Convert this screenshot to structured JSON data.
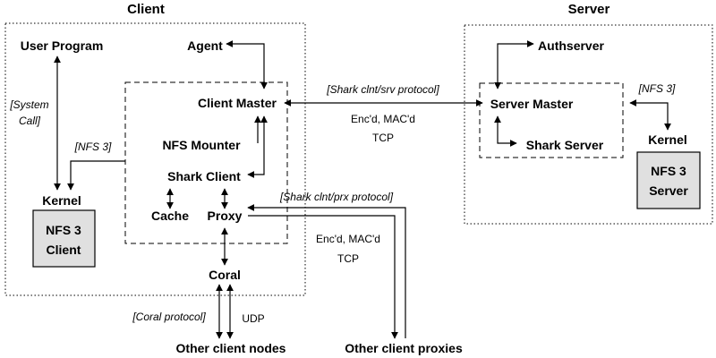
{
  "client": {
    "title": "Client",
    "user_program": "User Program",
    "agent": "Agent",
    "client_master": "Client Master",
    "nfs_mounter": "NFS Mounter",
    "shark_client": "Shark Client",
    "cache": "Cache",
    "proxy": "Proxy",
    "coral": "Coral",
    "kernel": "Kernel",
    "nfs3_client": [
      "NFS 3",
      "Client"
    ],
    "system_call": [
      "[System",
      "Call]"
    ],
    "nfs3_label": "[NFS 3]"
  },
  "server": {
    "title": "Server",
    "authserver": "Authserver",
    "server_master": "Server Master",
    "shark_server": "Shark Server",
    "kernel": "Kernel",
    "nfs3_server": [
      "NFS 3",
      "Server"
    ],
    "nfs3_label": "[NFS 3]"
  },
  "links": {
    "srv_protocol": "[Shark clnt/srv protocol]",
    "srv_enc": "Enc'd, MAC'd",
    "srv_tcp": "TCP",
    "prx_protocol": "[Shark clnt/prx protocol]",
    "prx_enc": "Enc'd, MAC'd",
    "prx_tcp": "TCP",
    "coral_protocol": "[Coral protocol]",
    "udp": "UDP"
  },
  "external": {
    "other_client_nodes": "Other client nodes",
    "other_client_proxies": "Other client proxies"
  }
}
